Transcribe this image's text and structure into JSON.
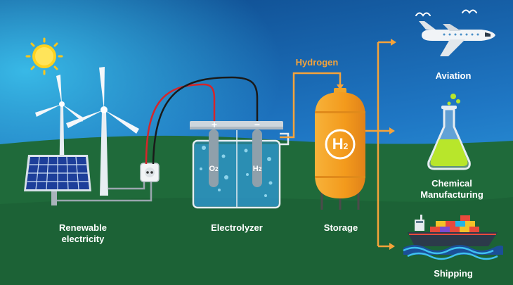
{
  "labels": {
    "renewable_line1": "Renewable",
    "renewable_line2": "electricity",
    "electrolyzer": "Electrolyzer",
    "storage": "Storage",
    "hydrogen": "Hydrogen",
    "aviation": "Aviation",
    "chemical_line1": "Chemical",
    "chemical_line2": "Manufacturing",
    "shipping": "Shipping",
    "tank_symbol_letter": "H",
    "tank_symbol_sub": "2",
    "electrode_o": "O",
    "electrode_o_sub": "2",
    "electrode_h": "H",
    "electrode_h_sub": "2",
    "plus": "+",
    "minus": "−"
  },
  "icons": [
    "sun-icon",
    "wind-turbine-icon",
    "solar-panel-icon",
    "power-socket-icon",
    "electrolyzer-tank-icon",
    "hydrogen-storage-tank-icon",
    "airplane-icon",
    "chemical-flask-icon",
    "cargo-ship-icon"
  ],
  "colors": {
    "sky_top": "#0d3f7a",
    "sky_bottom": "#2a8fd8",
    "ground": "#1f6a3a",
    "ground_dark": "#174f2d",
    "accent_orange": "#f5a33a",
    "tank_orange": "#f39a1c",
    "water": "#3aa9d8"
  }
}
